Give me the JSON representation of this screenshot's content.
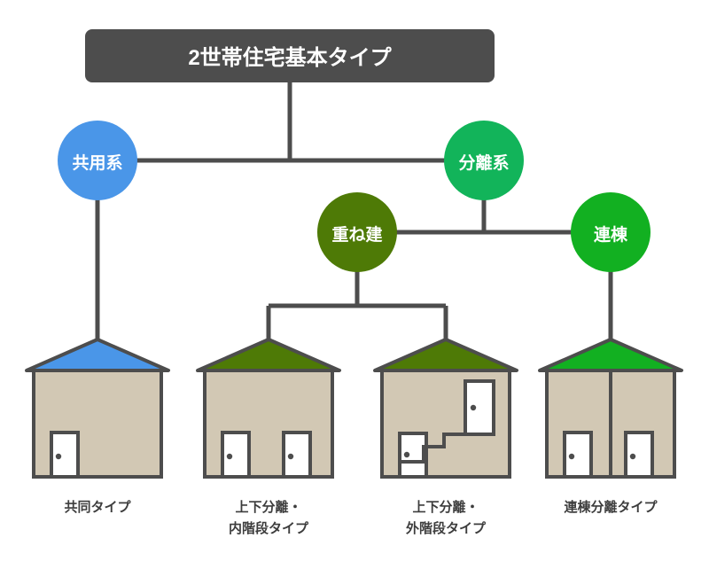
{
  "diagram": {
    "title_box": {
      "label": "2世帯住宅基本タイプ",
      "color": "#4d4d4d",
      "text_color": "#ffffff"
    },
    "nodes": [
      {
        "id": "kyoyo",
        "label": "共用系",
        "color": "#4a96e8"
      },
      {
        "id": "bunri",
        "label": "分離系",
        "color": "#12b45a"
      },
      {
        "id": "kasane",
        "label": "重ね建",
        "color": "#4e7a06"
      },
      {
        "id": "rento",
        "label": "連棟",
        "color": "#12b021"
      }
    ],
    "houses": [
      {
        "id": "house-kyodo",
        "roof_color": "#4a96e8",
        "body_color": "#d2c8b4",
        "caption_lines": [
          "共同タイプ"
        ],
        "doors": 1,
        "has_stairs": false,
        "has_divider": false
      },
      {
        "id": "house-joge-naikaidan",
        "roof_color": "#4e7a06",
        "body_color": "#d2c8b4",
        "caption_lines": [
          "上下分離・",
          "内階段タイプ"
        ],
        "doors": 2,
        "has_stairs": false,
        "has_divider": false
      },
      {
        "id": "house-joge-gaikaidan",
        "roof_color": "#4e7a06",
        "body_color": "#d2c8b4",
        "caption_lines": [
          "上下分離・",
          "外階段タイプ"
        ],
        "doors": 2,
        "has_stairs": true,
        "has_divider": false
      },
      {
        "id": "house-rento-bunri",
        "roof_color": "#12b021",
        "body_color": "#d2c8b4",
        "caption_lines": [
          "連棟分離タイプ"
        ],
        "doors": 2,
        "has_stairs": false,
        "has_divider": true
      }
    ],
    "line_color": "#4d4d4d",
    "outline_color": "#4d4d4d",
    "background_color": "#ffffff"
  }
}
